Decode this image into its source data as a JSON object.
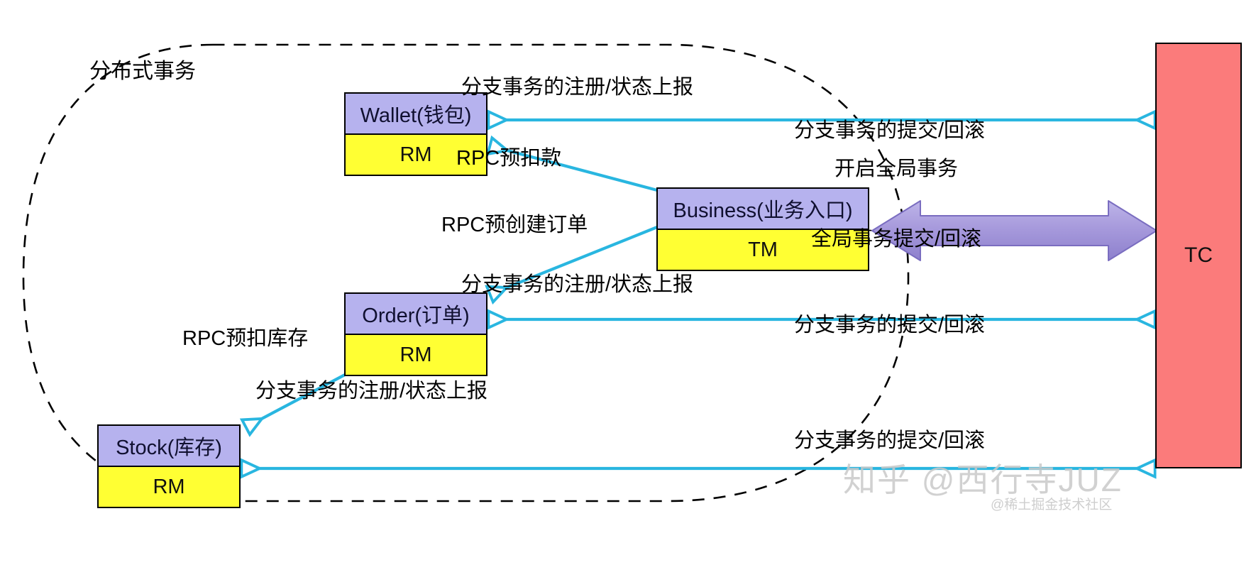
{
  "diagram": {
    "boundary_label": "分布式事务",
    "nodes": [
      {
        "id": "wallet",
        "title": "Wallet(钱包)",
        "role": "RM"
      },
      {
        "id": "order",
        "title": "Order(订单)",
        "role": "RM"
      },
      {
        "id": "stock",
        "title": "Stock(库存)",
        "role": "RM"
      },
      {
        "id": "business",
        "title": "Business(业务入口)",
        "role": "TM"
      }
    ],
    "coordinator": {
      "label": "TC"
    },
    "edge_labels": {
      "register_wallet": "分支事务的注册/状态上报",
      "rpc_wallet": "RPC预扣款",
      "rpc_order": "RPC预创建订单",
      "register_order": "分支事务的注册/状态上报",
      "rpc_stock": "RPC预扣库存",
      "register_stock": "分支事务的注册/状态上报",
      "commit_wallet": "分支事务的提交/回滚",
      "start_global": "开启全局事务",
      "commit_global": "全局事务提交/回滚",
      "commit_order": "分支事务的提交/回滚",
      "commit_stock": "分支事务的提交/回滚"
    },
    "watermark": {
      "main": "知乎 @西行寺JUZ",
      "sub": "@稀土掘金技术社区"
    },
    "colors": {
      "node_title_fill": "#b6b2ee",
      "node_role_fill": "#ffff33",
      "coordinator_fill": "#fb7b7b",
      "arrow_cyan": "#29b6e0",
      "arrow_purple": "#8f84d1",
      "boundary_stroke": "#000000"
    }
  }
}
